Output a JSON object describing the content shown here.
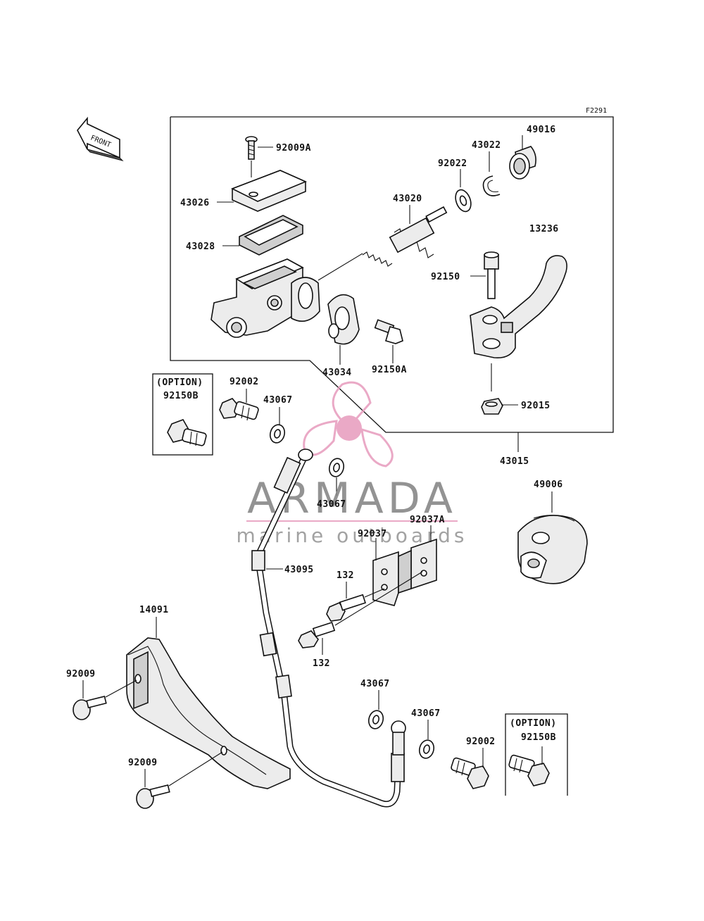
{
  "figure_code": "F2291",
  "front_label": "FRONT",
  "option_label": "(OPTION)",
  "watermark": {
    "title": "ARMADA",
    "subtitle": "marine outboards",
    "accent_color": "#e8a0c0"
  },
  "parts": {
    "p92009A": "92009A",
    "p49016": "49016",
    "p43022": "43022",
    "p92022": "92022",
    "p43026": "43026",
    "p43020": "43020",
    "p13236": "13236",
    "p43028": "43028",
    "p92150": "92150",
    "p43034": "43034",
    "p92150A": "92150A",
    "p92015": "92015",
    "p43015": "43015",
    "p92150B_top": "92150B",
    "p92002_top": "92002",
    "p43067_a": "43067",
    "p43067_b": "43067",
    "p49006": "49006",
    "p92037": "92037",
    "p92037A": "92037A",
    "p43095": "43095",
    "p132_a": "132",
    "p132_b": "132",
    "p14091": "14091",
    "p92009_a": "92009",
    "p92009_b": "92009",
    "p43067_c": "43067",
    "p43067_d": "43067",
    "p92002_bot": "92002",
    "p92150B_bot": "92150B"
  }
}
